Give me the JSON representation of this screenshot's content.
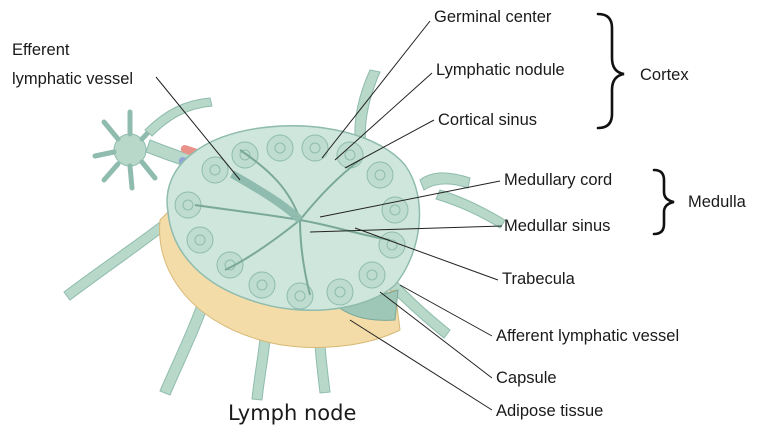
{
  "diagram": {
    "title": "Lymph node",
    "labels": {
      "efferent_line1": "Efferent",
      "efferent_line2": "lymphatic vessel",
      "germinal_center": "Germinal center",
      "lymphatic_nodule": "Lymphatic nodule",
      "cortical_sinus": "Cortical sinus",
      "cortex": "Cortex",
      "medullary_cord": "Medullary cord",
      "medullar_sinus": "Medullar sinus",
      "medulla": "Medulla",
      "trabecula": "Trabecula",
      "afferent_vessel": "Afferent lymphatic vessel",
      "capsule": "Capsule",
      "adipose_tissue": "Adipose tissue"
    },
    "colors": {
      "tissue": "#cfe6dc",
      "tissue_dark": "#8fbcae",
      "vessel": "#b8d8c9",
      "adipose": "#f3dca8",
      "artery": "#e8928a",
      "vein": "#8fa6d6"
    }
  }
}
